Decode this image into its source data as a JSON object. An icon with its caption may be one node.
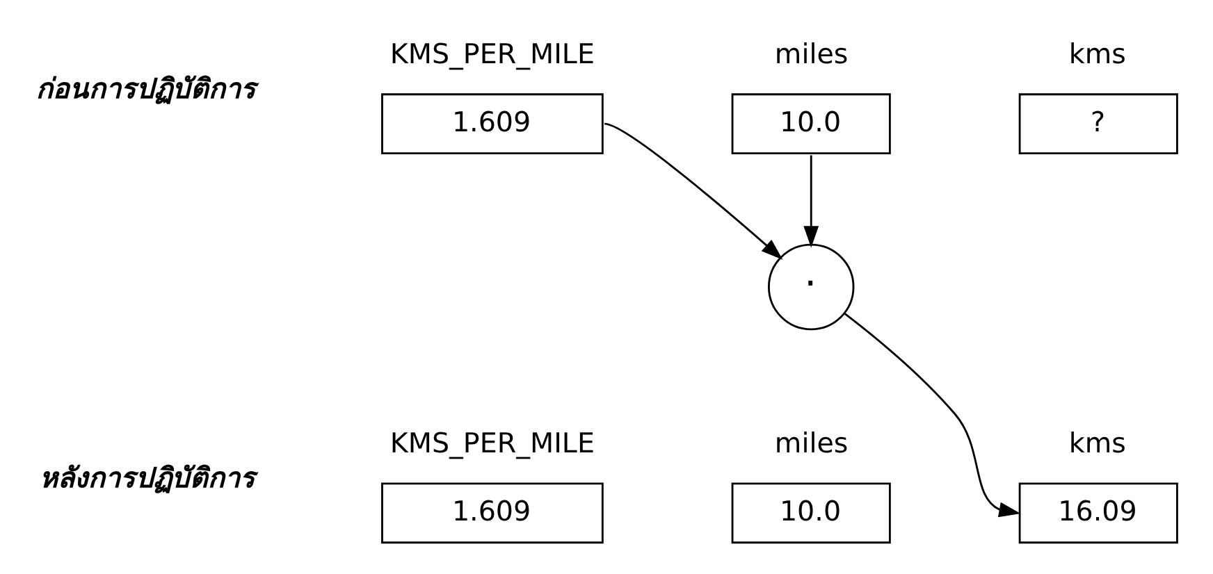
{
  "diagram": {
    "nodes": [
      {
        "text": [
          "1.609"
        ],
        "beside": [
          "KMS_PER_MILE"
        ]
      },
      {
        "text": [
          "10.0"
        ],
        "beside": [
          "miles"
        ]
      },
      {
        "text": [
          "?"
        ],
        "beside": [
          "kms"
        ]
      },
      {
        "text": [
          "·"
        ]
      },
      {
        "text": [
          "1.609"
        ],
        "beside": [
          "KMS_PER_MILE"
        ]
      },
      {
        "text": [
          "10.0"
        ],
        "beside": [
          "miles"
        ]
      },
      {
        "text": [
          "16.09"
        ],
        "beside": [
          "kms"
        ]
      }
    ],
    "edges": [
      {
        "from": 0,
        "to": 3,
        "arrow": "to"
      },
      {
        "from": 1,
        "to": 3,
        "arrow": "to"
      },
      {
        "from": 3,
        "to": 6,
        "arrow": "to"
      }
    ],
    "labels": [
      "ก่อนการปฏิบัติการ",
      "หลังการปฏิบัติการ"
    ]
  }
}
